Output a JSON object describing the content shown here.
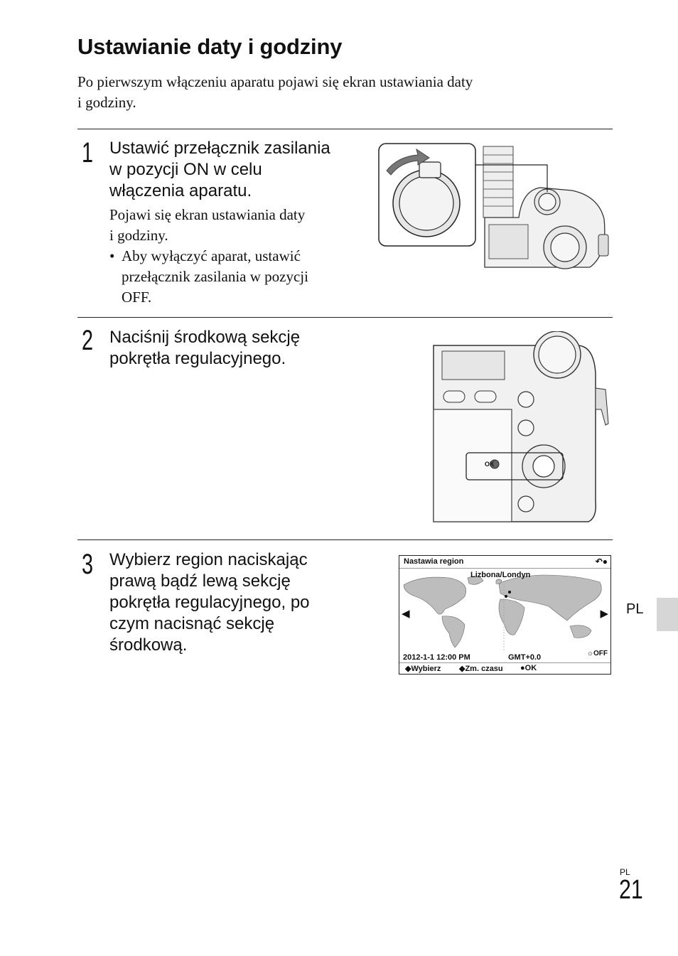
{
  "header": {
    "title": "Ustawianie daty i godziny",
    "intro_line1": "Po pierwszym włączeniu aparatu pojawi się ekran ustawiania daty",
    "intro_line2": "i godziny."
  },
  "steps": [
    {
      "number": "1",
      "head_lines": [
        "Ustawić przełącznik zasilania",
        "w pozycji ON w celu",
        "włączenia aparatu."
      ],
      "body_lines": [
        "Pojawi się ekran ustawiania daty",
        "i godziny."
      ],
      "bullet_lines": [
        "Aby wyłączyć aparat, ustawić",
        "przełącznik zasilania w pozycji",
        "OFF."
      ]
    },
    {
      "number": "2",
      "head_lines": [
        "Naciśnij środkową sekcję",
        "pokrętła regulacyjnego."
      ],
      "ok_label": "OK"
    },
    {
      "number": "3",
      "head_lines": [
        "Wybierz region naciskając",
        "prawą bądź lewą sekcję",
        "pokrętła regulacyjnego, po",
        "czym nacisnąć sekcję",
        "środkową."
      ]
    }
  ],
  "screen": {
    "title": "Nastawia region",
    "back_symbol": "↶●",
    "city": "Lizbona/Londyn",
    "datetime": "2012-1-1   12:00 PM",
    "gmt": "GMT+0.0",
    "dst": "☼OFF",
    "footer_select": "◆Wybierz",
    "footer_time": "◆Zm. czasu",
    "footer_ok": "●OK",
    "left_arrow": "◀",
    "right_arrow": "▶"
  },
  "side_tab": {
    "label": "PL"
  },
  "footer": {
    "lang": "PL",
    "page_number": "21"
  },
  "colors": {
    "tab_gray": "#d6d6d6",
    "map_land": "#bdbdbd",
    "text": "#111111"
  }
}
